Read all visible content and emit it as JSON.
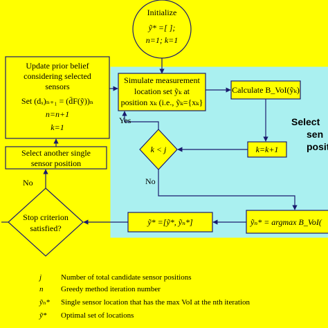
{
  "colors": {
    "background": "#ffff00",
    "panel": "#aaf0f0",
    "stroke": "#1a1a6e"
  },
  "nodes": {
    "init_title": "Initialize",
    "init_line1": "ỹ* =[ ];",
    "init_line2": "n=1; k=1",
    "update_line1": "Update prior belief",
    "update_line2": "considering selected",
    "update_line3": "sensors",
    "update_line4": "Set (dₓ)ₙ₊₁ = (d̄F(ỹ))ₙ",
    "update_line5": "n=n+1",
    "update_line6": "k=1",
    "simulate_line1": "Simulate measurement",
    "simulate_line2": "location set ỹₖ at",
    "simulate_line3": "position xₖ (i.e., ỹₖ={xₖ}",
    "calc": "Calculate B_VoI(ỹₖ)",
    "select_single_line1": "Select another single",
    "select_single_line2": "sensor position",
    "k_decision": "k < j",
    "k_increment": "k=k+1",
    "stop_line1": "Stop criterion",
    "stop_line2": "satisfied?",
    "union": "ỹ* =[ỹ*, ỹₙ*]",
    "argmax": "ỹₙ* = argmax B_VoI(",
    "panel_label_line1": "Select",
    "panel_label_line2": "sen",
    "panel_label_line3": "positi",
    "yes": "Yes",
    "no_k": "No",
    "no_stop": "No"
  },
  "legend": [
    {
      "symbol": "j",
      "text": "Number of total candidate sensor positions"
    },
    {
      "symbol": "n",
      "text": "Greedy method iteration number"
    },
    {
      "symbol": "ỹₙ*",
      "text": "Single sensor location that has the max VoI at the nth iteration"
    },
    {
      "symbol": "ỹ*",
      "text": "Optimal set of locations"
    }
  ]
}
